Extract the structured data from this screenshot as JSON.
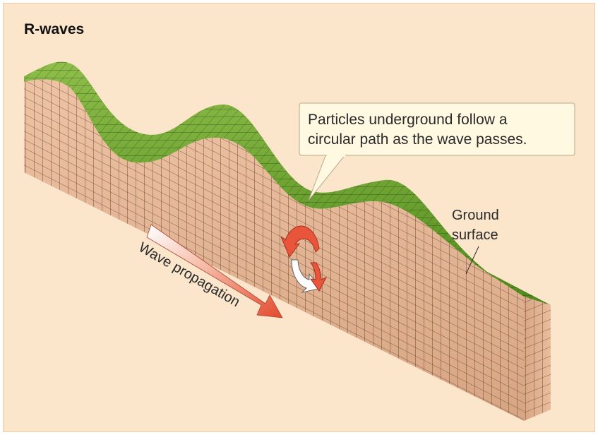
{
  "title": "R-waves",
  "callout": {
    "line1": "Particles underground follow a",
    "line2": "circular path as the wave passes."
  },
  "ground_label": {
    "line1": "Ground",
    "line2": "surface"
  },
  "propagation_label": "Wave propagation",
  "colors": {
    "background": "#fbe6cc",
    "ground_green": "#5e9a22",
    "ground_green_light": "#8fbe4a",
    "soil": "#e7b998",
    "soil_dark": "#c9977a",
    "grid_line": "#3a2a20",
    "arrow_red": "#e8553a",
    "arrow_white": "#ffffff",
    "callout_fill": "#fff9e2"
  },
  "icons": {
    "circular_motion": "circular-arrows-icon",
    "propagation": "gradient-arrow-icon"
  }
}
